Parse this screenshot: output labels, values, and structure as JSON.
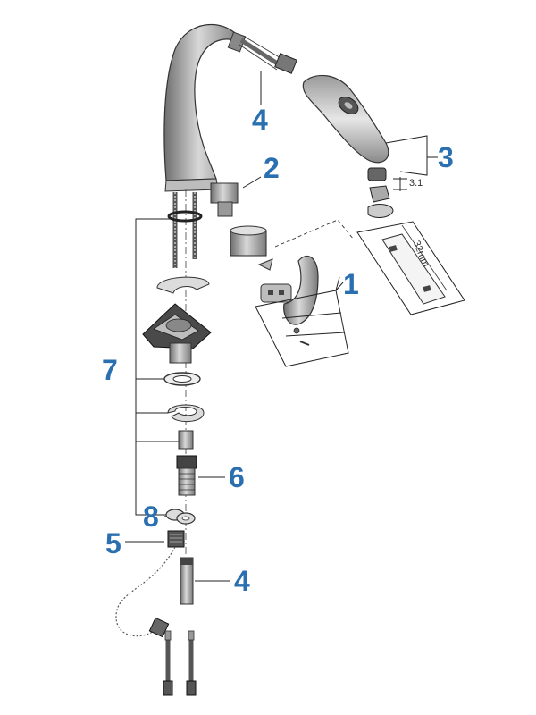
{
  "colors": {
    "callout": "#2a6fb0",
    "line": "#222222",
    "part": "#8a8a8a",
    "dark": "#4a4a4a"
  },
  "callouts": {
    "spout_hose_top": "4",
    "cartridge": "2",
    "spray_head": "3",
    "handle": "1",
    "base_kit": "7",
    "adapter": "6",
    "seal": "8",
    "nipple": "5",
    "hose_bottom": "4"
  },
  "dimensions": {
    "width_3_1": "3.1",
    "length_32mm": "32mm"
  }
}
